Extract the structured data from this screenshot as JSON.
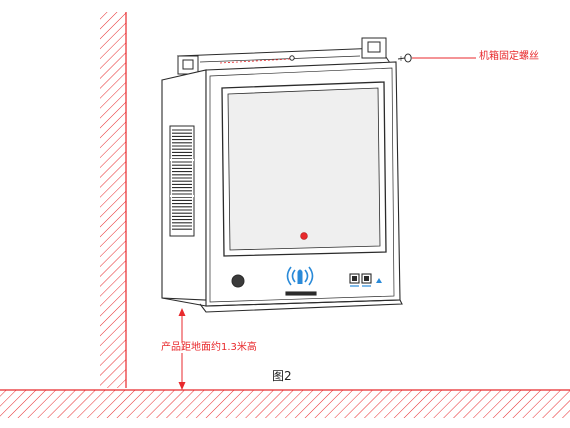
{
  "callouts": {
    "screw_label": "机箱固定螺丝",
    "height_label": "产品距地面约1.3米高"
  },
  "figure": {
    "caption": "图2"
  },
  "icons": {
    "center_indicator": "red-dot-icon",
    "nfc": "nfc-hand-icon",
    "buttons": "square-button-icon"
  },
  "colors": {
    "callout": "#e8292c",
    "line_art": "#2b2b2b",
    "screen_fill": "#efefef",
    "nfc_icon": "#2a8ad8"
  }
}
